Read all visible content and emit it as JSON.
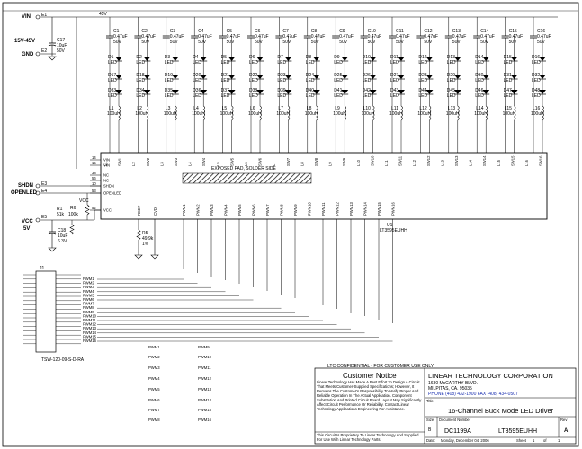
{
  "power": {
    "vin_label": "VIN",
    "vin_range": "15V-45V",
    "gnd_label": "GND",
    "e1": "E1",
    "e2": "E2",
    "rail_label": "45V",
    "vcc_label": "VCC",
    "vcc_volt": "5V",
    "e5": "E5"
  },
  "c17": {
    "ref": "C17",
    "value": "10uF",
    "volt": "50V"
  },
  "channels": {
    "cap_refs": [
      "C1",
      "C2",
      "C3",
      "C4",
      "C5",
      "C6",
      "C7",
      "C8",
      "C9",
      "C10",
      "C11",
      "C12",
      "C13",
      "C14",
      "C15",
      "C16"
    ],
    "cap_value": "0.47uF",
    "cap_volt": "50V",
    "led_a": [
      "D1",
      "D2",
      "D3",
      "D4",
      "D5",
      "D6",
      "D7",
      "D8",
      "D9",
      "D10",
      "D11",
      "D12",
      "D13",
      "D14",
      "D15",
      "D16"
    ],
    "led_b": [
      "D17",
      "D18",
      "D19",
      "D20",
      "D21",
      "D22",
      "D23",
      "D24",
      "D25",
      "D26",
      "D27",
      "D28",
      "D29",
      "D30",
      "D31",
      "D32"
    ],
    "led_c": [
      "D33",
      "D34",
      "D35",
      "D36",
      "D37",
      "D38",
      "D39",
      "D40",
      "D41",
      "D42",
      "D43",
      "D44",
      "D45",
      "D46",
      "D47",
      "D48"
    ],
    "led_label": "LED",
    "ind_refs": [
      "L1",
      "L2",
      "L3",
      "L4",
      "L5",
      "L6",
      "L7",
      "L8",
      "L9",
      "L10",
      "L11",
      "L12",
      "L13",
      "L14",
      "L15",
      "L16"
    ],
    "ind_value": "100uH"
  },
  "ic": {
    "ref": "U1",
    "part": "LT3595EUHH",
    "pad_note": "EXPOSED PAD, SOLDER SIDE",
    "left_pins": [
      {
        "num": "14",
        "name": "VIN"
      },
      {
        "num": "15",
        "name": "VIN"
      },
      {
        "num": "38",
        "name": "NC"
      },
      {
        "num": "56",
        "name": "NC"
      },
      {
        "num": "10",
        "name": "SHDN"
      },
      {
        "num": "53",
        "name": "OPENLED"
      },
      {
        "num": "52",
        "name": "VCC"
      }
    ],
    "top_pin_names": [
      "L1",
      "SW1",
      "L2",
      "SW2",
      "L3",
      "SW3",
      "L4",
      "SW4",
      "L5",
      "SW5",
      "L6",
      "SW6",
      "L7",
      "SW7",
      "L8",
      "SW8",
      "L9",
      "SW9",
      "L10",
      "SW10",
      "L11",
      "SW11",
      "L12",
      "SW12",
      "L13",
      "SW13",
      "L14",
      "SW14",
      "L15",
      "SW15",
      "L16",
      "SW16"
    ],
    "bottom_left_pins": [
      "RSET",
      "CVD"
    ],
    "pwm_pins": [
      "PWM1",
      "PWM2",
      "PWM3",
      "PWM4",
      "PWM5",
      "PWM6",
      "PWM7",
      "PWM8",
      "PWM9",
      "PWM10",
      "PWM11",
      "PWM12",
      "PWM13",
      "PWM14",
      "PWM15",
      "PWM16"
    ]
  },
  "io": {
    "shdn": "SHDN",
    "openled": "OPENLED",
    "e3": "E3",
    "e4": "E4"
  },
  "r6": {
    "ref": "R6",
    "value": "100k"
  },
  "r5": {
    "ref": "R5",
    "value": "49.9k",
    "tol": "1%"
  },
  "c18": {
    "ref": "C18",
    "value": "10uF",
    "volt": "6.3V"
  },
  "r1": {
    "ref": "R1",
    "value": "51k"
  },
  "connector": {
    "ref": "J1",
    "part": "TSW-120-09-S-D-RA",
    "pwm_labels": [
      "PWM1",
      "PWM2",
      "PWM3",
      "PWM4",
      "PWM5",
      "PWM6",
      "PWM7",
      "PWM8",
      "PWM9",
      "PWM10",
      "PWM11",
      "PWM12",
      "PWM13",
      "PWM14",
      "PWM15",
      "PWM16"
    ]
  },
  "title_block": {
    "confidential": "LTC CONFIDENTIAL - FOR CUSTOMER USE ONLY",
    "notice_title": "Customer Notice",
    "notice_body": "Linear Technology Has Made A Best Effort To Design A Circuit That Meets Customer-Supplied Specifications; However, It Remains The Customer's Responsibility To Verify Proper And Reliable Operation In The Actual Application. Component Substitution And Printed Circuit Board Layout May Significantly Affect Circuit Performance Or Reliability. Contact Linear Technology Applications Engineering For Assistance.",
    "notice_footer": "This Circuit Is Proprietary To Linear Technology And Supplied For Use With Linear Technology Parts.",
    "company": "LINEAR TECHNOLOGY CORPORATION",
    "address1": "1630 McCARTHY BLVD.",
    "address2": "MILPITAS, CA. 95035",
    "phone": "PHONE (408) 432-1900  FAX (408) 434-0507",
    "title_lbl": "Title",
    "title": "16-Channel Buck Mode LED Driver",
    "size_lbl": "Size",
    "size": "B",
    "docnum_lbl": "Document Number",
    "docnum": "DC1199A",
    "part": "LT3595EUHH",
    "rev_lbl": "Rev",
    "rev": "A",
    "date_lbl": "Date:",
    "date": "Monday, December 04, 2006",
    "sheet_lbl": "Sheet",
    "sheet": "1",
    "of": "of",
    "sheets": "1"
  }
}
